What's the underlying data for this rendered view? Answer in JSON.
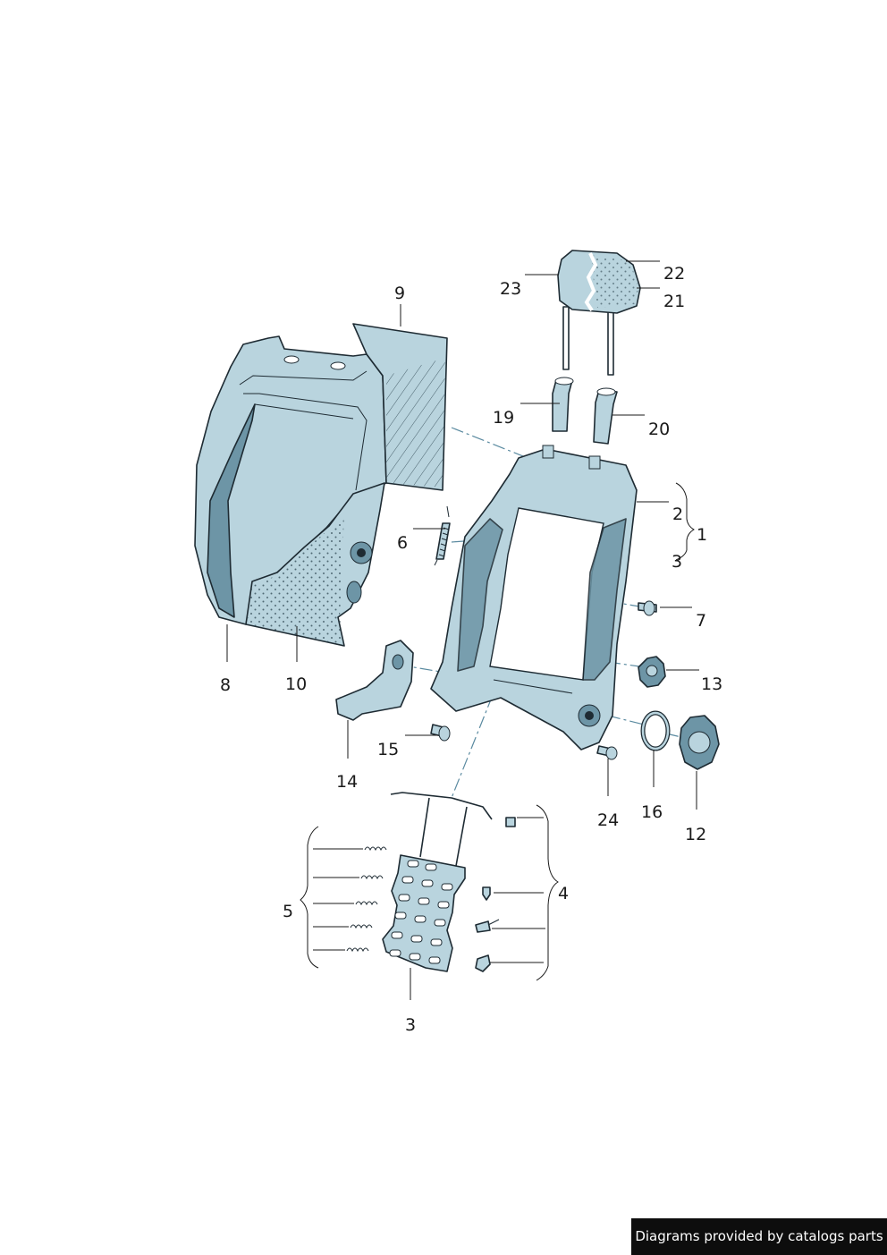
{
  "diagram": {
    "callouts": {
      "c1": "1",
      "c2": "2",
      "c3a": "3",
      "c3b": "3",
      "c4": "4",
      "c5": "5",
      "c6": "6",
      "c7": "7",
      "c8": "8",
      "c9": "9",
      "c10": "10",
      "c12": "12",
      "c13": "13",
      "c14": "14",
      "c15": "15",
      "c16": "16",
      "c19": "19",
      "c20": "20",
      "c21": "21",
      "c22": "22",
      "c23": "23",
      "c24": "24"
    },
    "colors": {
      "part_fill": "#b9d4de",
      "part_dark": "#6d95a6",
      "part_outline": "#1e2b33"
    }
  },
  "footer": {
    "credit": "Diagrams provided by catalogs parts"
  }
}
